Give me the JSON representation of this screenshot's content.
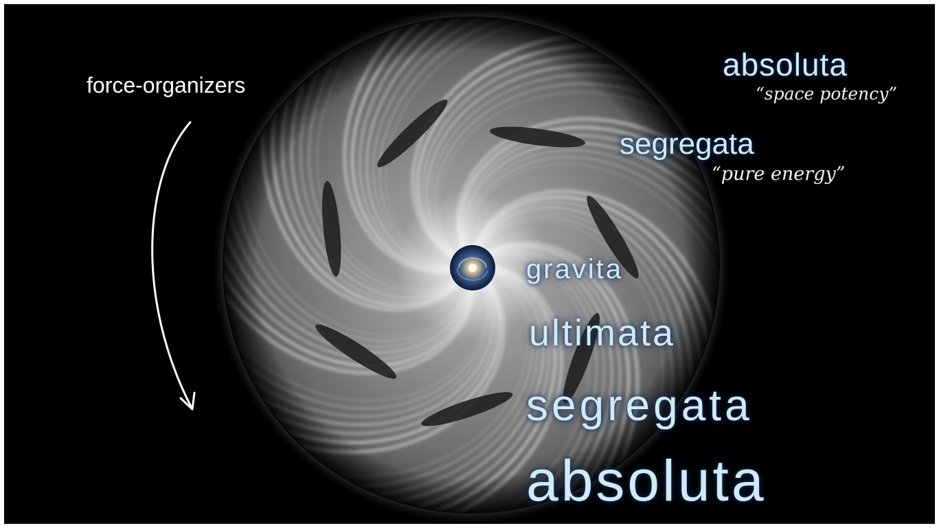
{
  "slide": {
    "left_label": "force-organizers",
    "arrow_icon": "curved-arrow-down-icon",
    "colors": {
      "background": "#000000",
      "label_blue": "#d2e9f7",
      "quote_white": "#f2f2f2"
    },
    "top_labels": [
      {
        "term": "absoluta",
        "quote": "“space potency”"
      },
      {
        "term": "segregata",
        "quote": "“pure energy”"
      }
    ],
    "levels": [
      {
        "term": "gravita"
      },
      {
        "term": "ultimata"
      },
      {
        "term": "segregata"
      },
      {
        "term": "absoluta"
      }
    ]
  }
}
